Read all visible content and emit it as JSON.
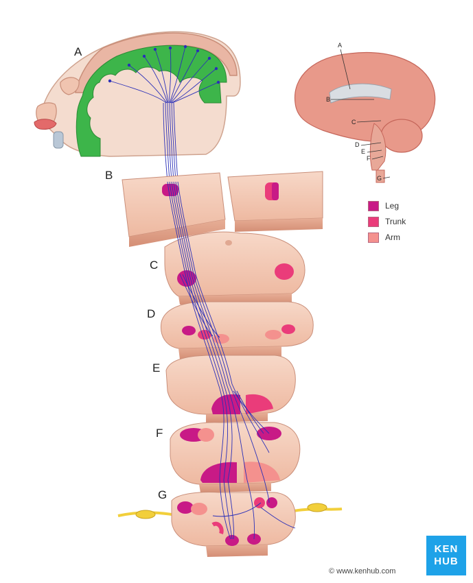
{
  "diagram": {
    "labels": [
      "A",
      "B",
      "C",
      "D",
      "E",
      "F",
      "G"
    ],
    "inset_labels": [
      "A",
      "B",
      "C",
      "D",
      "E",
      "F",
      "G"
    ]
  },
  "legend": [
    {
      "label": "Leg",
      "color": "#c81a86"
    },
    {
      "label": "Trunk",
      "color": "#ea3c7a"
    },
    {
      "label": "Arm",
      "color": "#f4918e"
    }
  ],
  "colors": {
    "tissue": "#f3c9b6",
    "tissue_dark": "#d89b84",
    "cortex": "#3db54a",
    "fibers": "#2a2fb8",
    "nerve": "#f2cf3b",
    "brain": "#e8998a"
  },
  "logo": {
    "line1": "KEN",
    "line2": "HUB"
  },
  "credit": "© www.kenhub.com"
}
